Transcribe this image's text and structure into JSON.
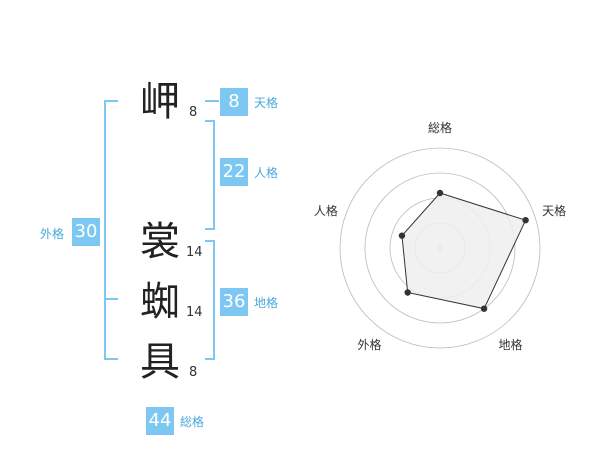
{
  "name": {
    "characters": [
      {
        "char": "岬",
        "strokes": "8"
      },
      {
        "char": "裳",
        "strokes": "14"
      },
      {
        "char": "蜘",
        "strokes": "14"
      },
      {
        "char": "具",
        "strokes": "8"
      }
    ]
  },
  "kaku": {
    "tenkaku": {
      "value": "8",
      "label": "天格"
    },
    "jinkaku": {
      "value": "22",
      "label": "人格"
    },
    "chikaku": {
      "value": "36",
      "label": "地格"
    },
    "gaikaku": {
      "value": "30",
      "label": "外格"
    },
    "soukaku": {
      "value": "44",
      "label": "総格"
    }
  },
  "chart_data": {
    "type": "radar",
    "axes": [
      "総格",
      "天格",
      "地格",
      "外格",
      "人格"
    ],
    "values": [
      0.55,
      0.9,
      0.75,
      0.55,
      0.4
    ],
    "scale_max": 1,
    "rings": 4,
    "colors": {
      "ring": "#bbbbbb",
      "fill": "#efefef",
      "stroke": "#333333",
      "point": "#333333"
    }
  }
}
